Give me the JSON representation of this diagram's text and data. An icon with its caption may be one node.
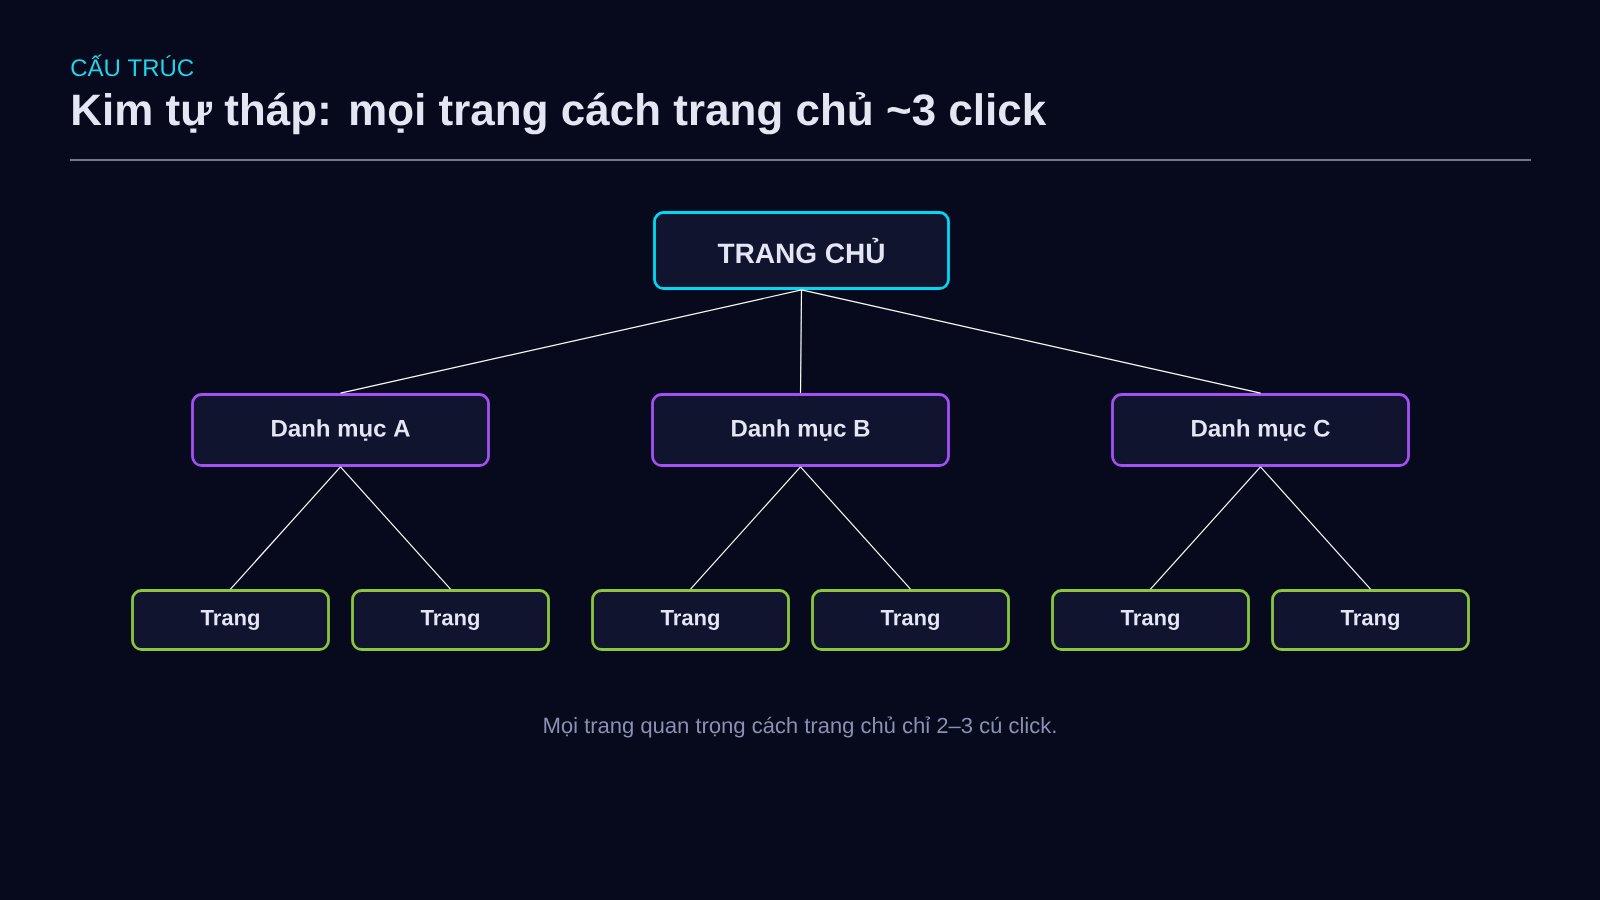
{
  "diagram": {
    "title": "Kim tự tháp: mọi trang cách trang chủ ~3 click",
    "caption": "Mọi trang quan trọng cách trang chủ chỉ 2–3 cú click.",
    "nodes": [
      {
        "text": [
          "TRANG CHỦ"
        ]
      },
      {
        "text": [
          "Danh mục A"
        ]
      },
      {
        "text": [
          "Danh mục B"
        ]
      },
      {
        "text": [
          "Danh mục C"
        ]
      },
      {
        "text": [
          "Trang"
        ]
      },
      {
        "text": [
          "Trang"
        ]
      },
      {
        "text": [
          "Trang"
        ]
      },
      {
        "text": [
          "Trang"
        ]
      },
      {
        "text": [
          "Trang"
        ]
      },
      {
        "text": [
          "Trang"
        ]
      }
    ],
    "edges": [
      {
        "from": 0,
        "to": 1,
        "arrow": "none"
      },
      {
        "from": 0,
        "to": 2,
        "arrow": "none"
      },
      {
        "from": 0,
        "to": 3,
        "arrow": "none"
      },
      {
        "from": 1,
        "to": 4,
        "arrow": "none"
      },
      {
        "from": 1,
        "to": 5,
        "arrow": "none"
      },
      {
        "from": 2,
        "to": 6,
        "arrow": "none"
      },
      {
        "from": 2,
        "to": 7,
        "arrow": "none"
      },
      {
        "from": 3,
        "to": 8,
        "arrow": "none"
      },
      {
        "from": 3,
        "to": 9,
        "arrow": "none"
      }
    ],
    "labels": [
      "CẤU TRÚC"
    ]
  }
}
